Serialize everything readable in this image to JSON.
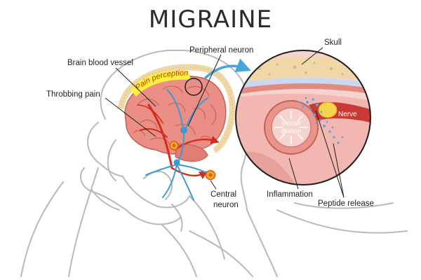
{
  "title": "MIGRAINE",
  "labels": {
    "brain_blood_vessel": "Brain blood vessel",
    "peripheral_neuron": "Peripheral neuron",
    "skull": "Skull",
    "throbbing_pain": "Throbbing pain",
    "pain_perception": "Pain perception",
    "nerve": "Nerve",
    "vessel_dilation_1": "Vessel",
    "vessel_dilation_2": "dilation",
    "central_neuron_1": "Central",
    "central_neuron_2": "neuron",
    "inflammation": "Inflammation",
    "peptide_release": "Peptide release"
  },
  "colors": {
    "brain_pink": "#eb8f86",
    "brain_outline": "#c55f57",
    "skull_beige": "#f0d7a8",
    "banner_yellow": "#fff23a",
    "artery_red": "#d42b1c",
    "neuron_blue": "#3d9bd1",
    "head_outline": "#b9b9b9",
    "arrow_blue": "#45a6da"
  }
}
